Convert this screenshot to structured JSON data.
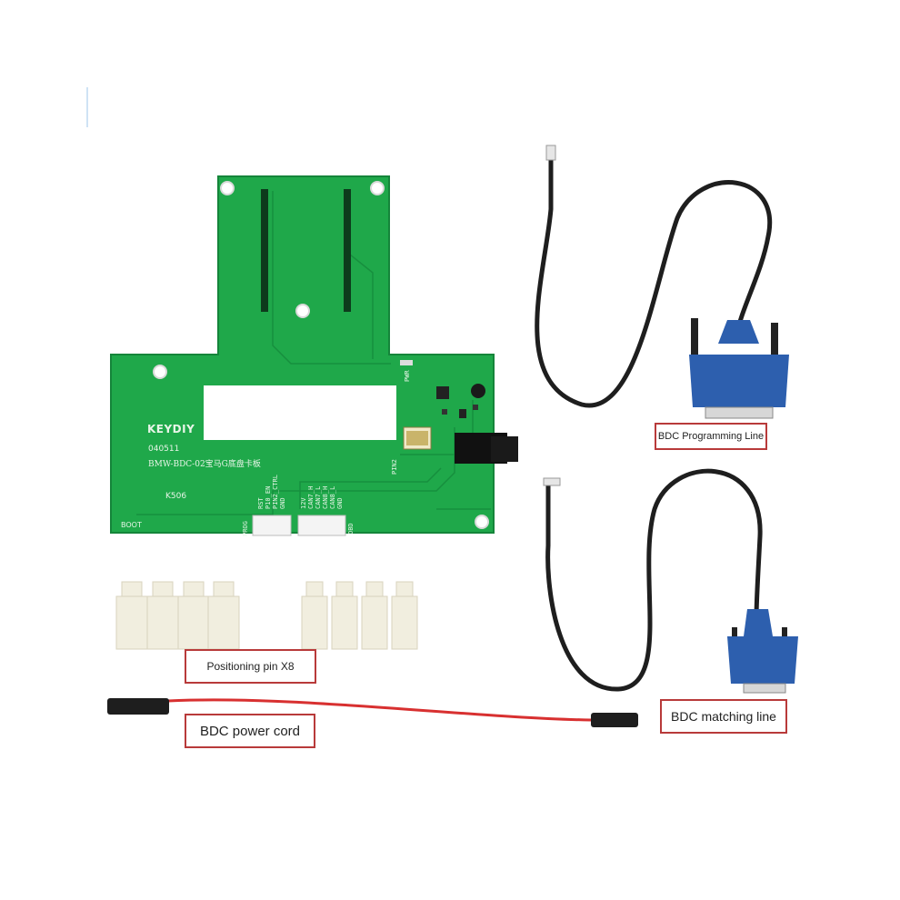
{
  "callouts": {
    "programming_line": "BDC Programming Line",
    "matching_line": "BDC matching line",
    "positioning_pins": "Positioning pin X8",
    "power_cord": "BDC power cord"
  },
  "board": {
    "brand": "KEYDIY",
    "code": "040511",
    "model": "BMW-BDC-02宝马G底盘卡板",
    "ref": "K506",
    "boot": "BOOT",
    "pwr": "PWR",
    "pin2": "PIN2",
    "prog": "PROG",
    "obd": "OBD",
    "header_left_pins": [
      "RST",
      "P10_EN",
      "PIN2_CTRL",
      "GND"
    ],
    "header_right_pins": [
      "12V",
      "CAN7_H",
      "CAN7_L",
      "CAN8_H",
      "CAN8_L",
      "GND"
    ]
  },
  "colors": {
    "pcb": "#1fa84a",
    "pcb_trace": "#168a3a",
    "connector_blue": "#2d5fae",
    "cable": "#1e1e1e",
    "power_wire": "#d83030",
    "nylon": "#f1eedf",
    "callout_border": "#b83a3a"
  },
  "positioning_pins_count": 8
}
